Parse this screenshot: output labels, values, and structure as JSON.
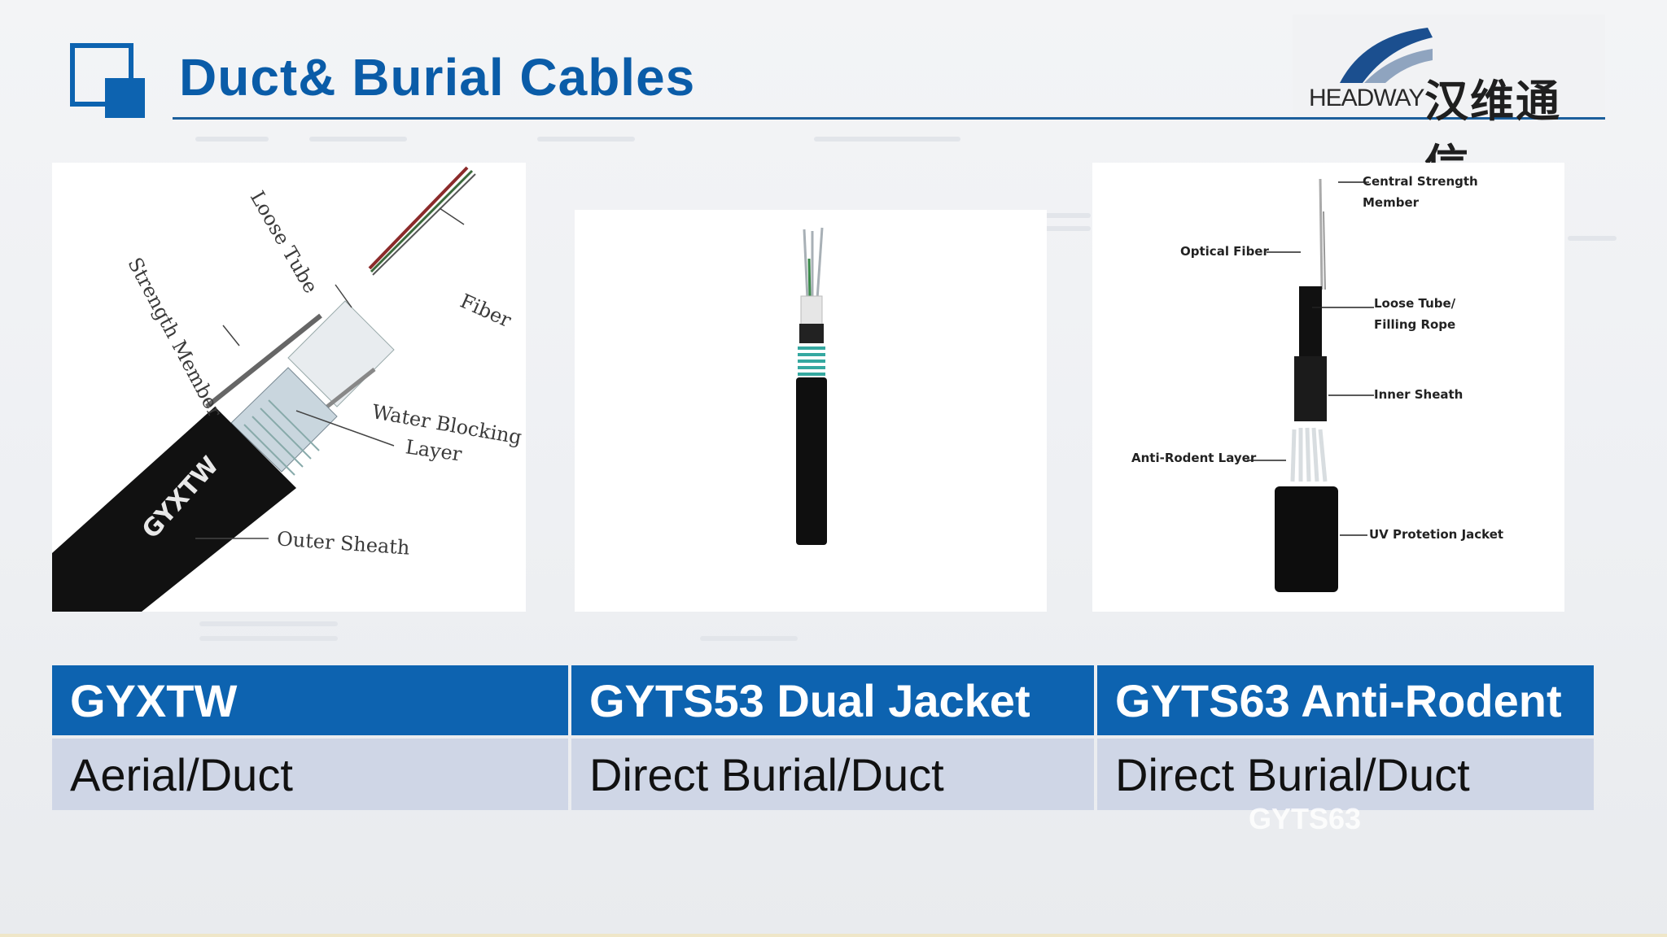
{
  "header": {
    "title": "Duct& Burial Cables",
    "logo_en": "HEADWAY",
    "logo_cn": "汉维通信"
  },
  "panels": [
    {
      "labels": {
        "strength_member": "Strength Member",
        "loose_tube": "Loose Tube",
        "fiber": "Fiber",
        "water_blocking_1": "Water Blocking",
        "water_blocking_2": "Layer",
        "outer_sheath": "Outer Sheath",
        "cable_print": "GYXTW"
      }
    },
    {
      "labels": {}
    },
    {
      "labels": {
        "central_strength_1": "Central Strength",
        "central_strength_2": "Member",
        "optical_fiber": "Optical Fiber",
        "loose_tube_1": "Loose Tube/",
        "loose_tube_2": "Filling Rope",
        "inner_sheath": "Inner Sheath",
        "anti_rodent": "Anti-Rodent Layer",
        "uv_jacket": "UV Protetion Jacket"
      }
    }
  ],
  "table": {
    "headers": [
      "GYXTW",
      "GYTS53 Dual Jacket",
      "GYTS63 Anti-Rodent"
    ],
    "rows": [
      [
        "Aerial/Duct",
        "Direct Burial/Duct",
        "Direct Burial/Duct"
      ]
    ]
  },
  "watermark": "GYTS63",
  "colors": {
    "title_blue": "#0a5ca8",
    "header_blue": "#0d63b0",
    "row_fill": "#cfd6e6"
  }
}
